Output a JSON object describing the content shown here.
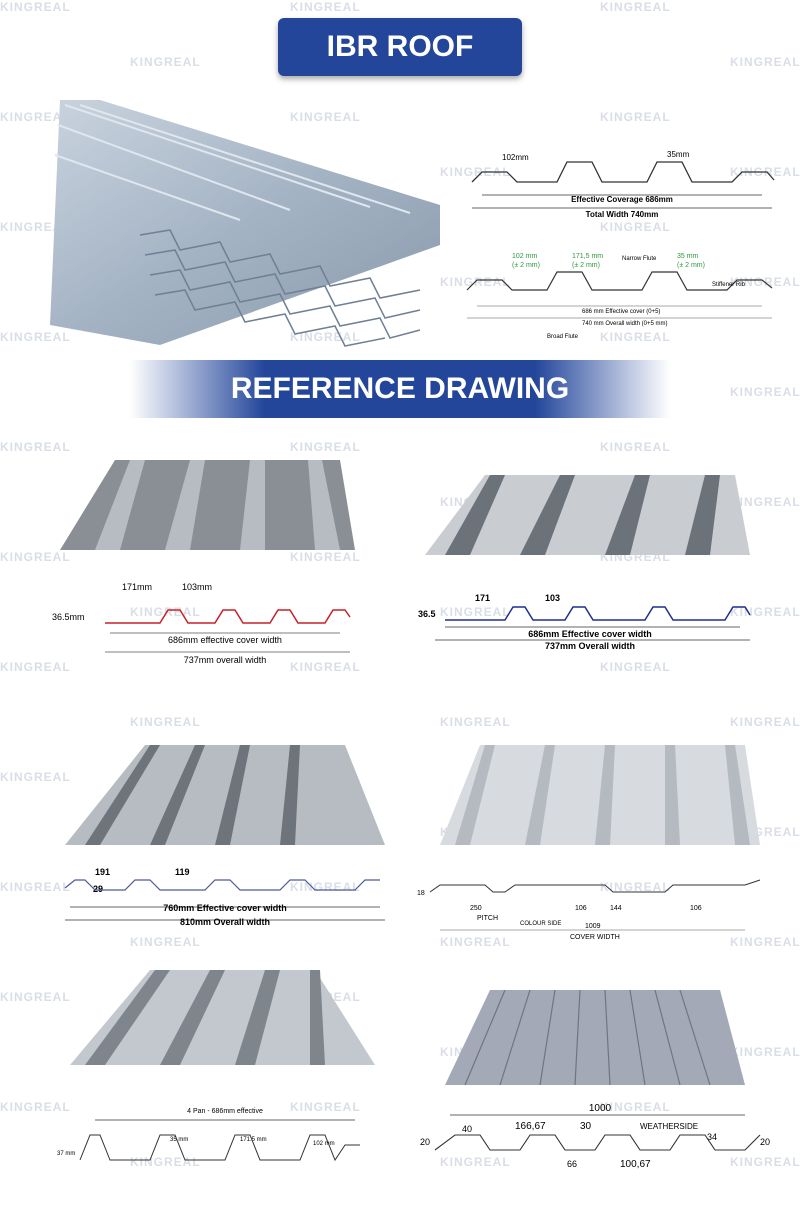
{
  "brand": "KINGREAL",
  "header": {
    "title": "IBR ROOF"
  },
  "section": {
    "title": "REFERENCE DRAWING"
  },
  "top_drawing": {
    "a": {
      "d1": "102mm",
      "d2": "35mm",
      "cov": "Effective Coverage 686mm",
      "total": "Total Width 740mm"
    },
    "b": {
      "d1": "102 mm",
      "d1t": "(± 2 mm)",
      "d2": "171,5 mm",
      "d2t": "(± 2 mm)",
      "narrow": "Narrow Flute",
      "d3": "35 mm",
      "d3t": "(± 2 mm)",
      "stiff": "Stiffener Rib",
      "cov": "686 mm Effective cover (0+5)",
      "total": "740 mm Overall width (0+5 mm)",
      "broad": "Broad Flute"
    }
  },
  "profiles": {
    "p1": {
      "a": "171mm",
      "b": "103mm",
      "h": "36.5mm",
      "cov": "686mm effective cover width",
      "total": "737mm overall width"
    },
    "p2": {
      "a": "171",
      "b": "103",
      "h": "36.5",
      "cov": "686mm Effective cover width",
      "total": "737mm Overall width"
    },
    "p3": {
      "a": "191",
      "b": "119",
      "h": "29",
      "cov": "760mm Effective cover width",
      "total": "810mm Overall width"
    },
    "p4": {
      "pitch_v": "250",
      "pitch": "PITCH",
      "colour": "COLOUR SIDE",
      "c1": "106",
      "c2": "144",
      "c3": "106",
      "cw_v": "1009",
      "cw": "COVER WIDTH",
      "h": "18"
    },
    "p5": {
      "eff": "4 Pan - 686mm effective",
      "c1": "35 mm",
      "c2": "171.5 mm",
      "c3": "102 mm",
      "h": "37 mm"
    },
    "p6": {
      "w": "1000",
      "a": "166,67",
      "b": "30",
      "ws": "WEATHERSIDE",
      "h": "34",
      "l": "20",
      "l2": "40",
      "r": "20",
      "c": "66",
      "d": "100,67"
    }
  }
}
